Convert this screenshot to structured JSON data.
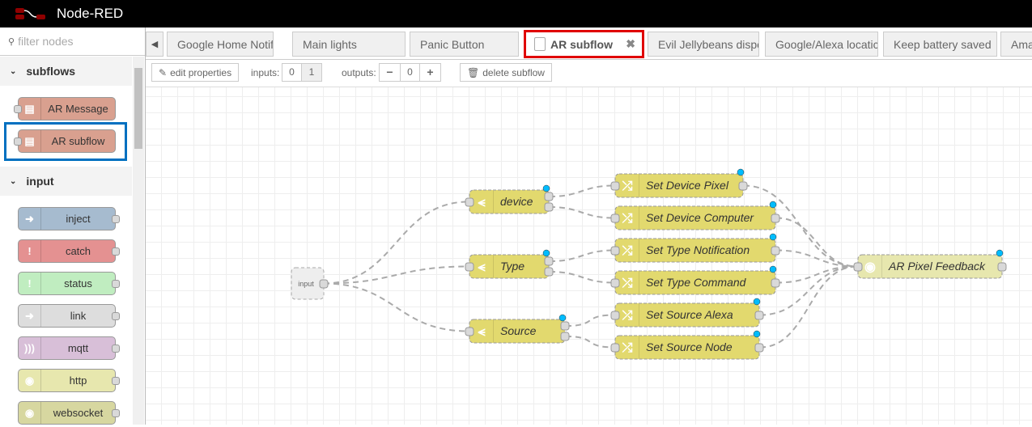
{
  "app": {
    "title": "Node-RED"
  },
  "sidebar": {
    "filter_placeholder": "filter nodes",
    "categories": [
      {
        "label": "subflows"
      },
      {
        "label": "input"
      }
    ],
    "subflows": [
      {
        "label": "AR Message"
      },
      {
        "label": "AR subflow",
        "highlighted": true
      }
    ],
    "input_nodes": [
      {
        "label": "inject",
        "color": "#a6bbcf",
        "icon": "arrow-right-icon"
      },
      {
        "label": "catch",
        "color": "#e49191",
        "icon": "exclamation-icon"
      },
      {
        "label": "status",
        "color": "#c0edc0",
        "icon": "exclamation-icon"
      },
      {
        "label": "link",
        "color": "#dddddd",
        "icon": "link-arrow-icon"
      },
      {
        "label": "mqtt",
        "color": "#d8bfd8",
        "icon": "bridge-icon"
      },
      {
        "label": "http",
        "color": "#e7e7ae",
        "icon": "globe-icon"
      },
      {
        "label": "websocket",
        "color": "#d7d7a0",
        "icon": "globe-icon"
      }
    ]
  },
  "tabs": [
    {
      "label": "Google Home Notific"
    },
    {
      "label": "Main lights"
    },
    {
      "label": "Panic Button"
    },
    {
      "label": "AR subflow",
      "active": true
    },
    {
      "label": "Evil Jellybeans dispe"
    },
    {
      "label": "Google/Alexa locatic"
    },
    {
      "label": "Keep battery saved"
    },
    {
      "label": "Ama"
    }
  ],
  "toolbar": {
    "edit_properties": "edit properties",
    "inputs_label": "inputs:",
    "inputs_options": [
      "0",
      "1"
    ],
    "inputs_selected": "1",
    "outputs_label": "outputs:",
    "outputs_value": "0",
    "delete_subflow": "delete subflow"
  },
  "flow": {
    "input_label": "input",
    "nodes": [
      {
        "id": "device",
        "label": "device",
        "type": "switch",
        "outputs": 2
      },
      {
        "id": "type",
        "label": "Type",
        "type": "switch",
        "outputs": 2
      },
      {
        "id": "source",
        "label": "Source",
        "type": "switch",
        "outputs": 2
      },
      {
        "id": "sdp",
        "label": "Set Device Pixel",
        "type": "change"
      },
      {
        "id": "sdc",
        "label": "Set Device Computer",
        "type": "change"
      },
      {
        "id": "stn",
        "label": "Set Type Notification",
        "type": "change"
      },
      {
        "id": "stc",
        "label": "Set Type Command",
        "type": "change"
      },
      {
        "id": "ssa",
        "label": "Set Source Alexa",
        "type": "change"
      },
      {
        "id": "ssn",
        "label": "Set Source Node",
        "type": "change"
      },
      {
        "id": "arpf",
        "label": "AR Pixel Feedback",
        "type": "subflow"
      }
    ],
    "colors": {
      "switch": "#e2d96e",
      "change": "#e2d96e",
      "subflow": "#e7e7ae",
      "changed_dot": "#00bcff",
      "highlight": "#e00000",
      "palette_select": "#0070c0"
    }
  }
}
